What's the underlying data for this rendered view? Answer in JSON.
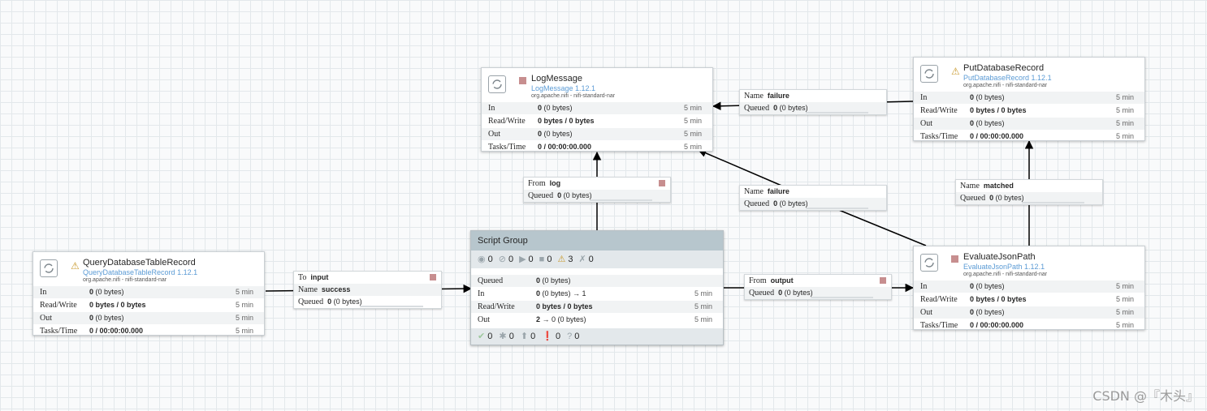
{
  "processors": [
    {
      "key": "query",
      "name": "QueryDatabaseTableRecord",
      "type": "QueryDatabaseTableRecord 1.12.1",
      "bundle": "org.apache.nifi - nifi-standard-nar",
      "state": "warning",
      "stats": [
        {
          "label": "In",
          "value": "0",
          "extra": "(0 bytes)",
          "time": "5 min"
        },
        {
          "label": "Read/Write",
          "value": "0 bytes / 0 bytes",
          "extra": "",
          "time": "5 min"
        },
        {
          "label": "Out",
          "value": "0",
          "extra": "(0 bytes)",
          "time": "5 min"
        },
        {
          "label": "Tasks/Time",
          "value": "0 / 00:00:00.000",
          "extra": "",
          "time": "5 min"
        }
      ]
    },
    {
      "key": "log",
      "name": "LogMessage",
      "type": "LogMessage 1.12.1",
      "bundle": "org.apache.nifi - nifi-standard-nar",
      "state": "stopped",
      "stats": [
        {
          "label": "In",
          "value": "0",
          "extra": "(0 bytes)",
          "time": "5 min"
        },
        {
          "label": "Read/Write",
          "value": "0 bytes / 0 bytes",
          "extra": "",
          "time": "5 min"
        },
        {
          "label": "Out",
          "value": "0",
          "extra": "(0 bytes)",
          "time": "5 min"
        },
        {
          "label": "Tasks/Time",
          "value": "0 / 00:00:00.000",
          "extra": "",
          "time": "5 min"
        }
      ]
    },
    {
      "key": "put",
      "name": "PutDatabaseRecord",
      "type": "PutDatabaseRecord 1.12.1",
      "bundle": "org.apache.nifi - nifi-standard-nar",
      "state": "warning",
      "stats": [
        {
          "label": "In",
          "value": "0",
          "extra": "(0 bytes)",
          "time": "5 min"
        },
        {
          "label": "Read/Write",
          "value": "0 bytes / 0 bytes",
          "extra": "",
          "time": "5 min"
        },
        {
          "label": "Out",
          "value": "0",
          "extra": "(0 bytes)",
          "time": "5 min"
        },
        {
          "label": "Tasks/Time",
          "value": "0 / 00:00:00.000",
          "extra": "",
          "time": "5 min"
        }
      ]
    },
    {
      "key": "eval",
      "name": "EvaluateJsonPath",
      "type": "EvaluateJsonPath 1.12.1",
      "bundle": "org.apache.nifi - nifi-standard-nar",
      "state": "stopped",
      "stats": [
        {
          "label": "In",
          "value": "0",
          "extra": "(0 bytes)",
          "time": "5 min"
        },
        {
          "label": "Read/Write",
          "value": "0 bytes / 0 bytes",
          "extra": "",
          "time": "5 min"
        },
        {
          "label": "Out",
          "value": "0",
          "extra": "(0 bytes)",
          "time": "5 min"
        },
        {
          "label": "Tasks/Time",
          "value": "0 / 00:00:00.000",
          "extra": "",
          "time": "5 min"
        }
      ]
    }
  ],
  "connections": [
    {
      "key": "c1",
      "rows": [
        {
          "label": "To",
          "bold": "input"
        },
        {
          "label": "Name",
          "bold": "success"
        }
      ],
      "queued_value": "0",
      "queued_extra": "(0 bytes)",
      "stopped": true
    },
    {
      "key": "c2",
      "rows": [
        {
          "label": "From",
          "bold": "log"
        }
      ],
      "queued_value": "0",
      "queued_extra": "(0 bytes)",
      "stopped": true
    },
    {
      "key": "c3",
      "rows": [
        {
          "label": "Name",
          "bold": "failure"
        }
      ],
      "queued_value": "0",
      "queued_extra": "(0 bytes)",
      "stopped": false
    },
    {
      "key": "c4",
      "rows": [
        {
          "label": "Name",
          "bold": "failure"
        }
      ],
      "queued_value": "0",
      "queued_extra": "(0 bytes)",
      "stopped": false
    },
    {
      "key": "c5",
      "rows": [
        {
          "label": "Name",
          "bold": "matched"
        }
      ],
      "queued_value": "0",
      "queued_extra": "(0 bytes)",
      "stopped": false
    },
    {
      "key": "c6",
      "rows": [
        {
          "label": "From",
          "bold": "output"
        }
      ],
      "queued_value": "0",
      "queued_extra": "(0 bytes)",
      "stopped": true
    }
  ],
  "queued_label": "Queued",
  "process_group": {
    "title": "Script Group",
    "counts": {
      "transmitting": "0",
      "not_transmitting": "0",
      "running": "0",
      "stopped": "0",
      "invalid": "3",
      "disabled": "0"
    },
    "stats": [
      {
        "label": "Queued",
        "value": "0",
        "extra": "(0 bytes)",
        "time": ""
      },
      {
        "label": "In",
        "value": "0",
        "extra": "(0 bytes) → 1",
        "time": "5 min"
      },
      {
        "label": "Read/Write",
        "value": "0 bytes / 0 bytes",
        "extra": "",
        "time": "5 min"
      },
      {
        "label": "Out",
        "value": "2",
        "extra": "→ 0 (0 bytes)",
        "time": "5 min"
      }
    ],
    "versions": {
      "up_to_date": "0",
      "locally_modified": "0",
      "stale": "0",
      "stale_modified": "0",
      "sync_failure": "0"
    }
  },
  "watermark": "CSDN @『木头』",
  "colors": {
    "stopped": "#c78e8f",
    "warning": "#c99a2e",
    "group_header": "#b7c6cd",
    "link": "#000000"
  }
}
